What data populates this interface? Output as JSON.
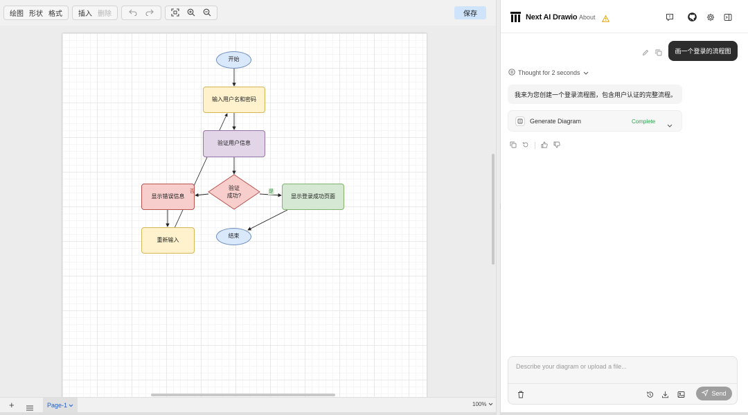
{
  "toolbar": {
    "menu": [
      "绘图",
      "形状",
      "格式"
    ],
    "insert_label": "插入",
    "delete_label": "删除",
    "save_label": "保存"
  },
  "diagram": {
    "start": "开始",
    "input_credentials": "输入用户名和密码",
    "verify_user": "验证用户信息",
    "decision_line1": "验证",
    "decision_line2": "成功?",
    "show_error": "显示错误信息",
    "show_success": "显示登录成功页面",
    "reenter": "重新输入",
    "end": "结束",
    "label_no": "否",
    "label_yes": "是"
  },
  "bottombar": {
    "page_tab": "Page-1",
    "zoom": "100%"
  },
  "chat": {
    "app_title": "Next AI Drawio",
    "about": "About",
    "user_message": "画一个登录的流程图",
    "thought": "Thought for 2 seconds",
    "assistant_message": "我来为您创建一个登录流程图，包含用户认证的完整流程。",
    "tool_name": "Generate Diagram",
    "tool_status": "Complete",
    "input_placeholder": "Describe your diagram or upload a file...",
    "send_label": "Send"
  }
}
